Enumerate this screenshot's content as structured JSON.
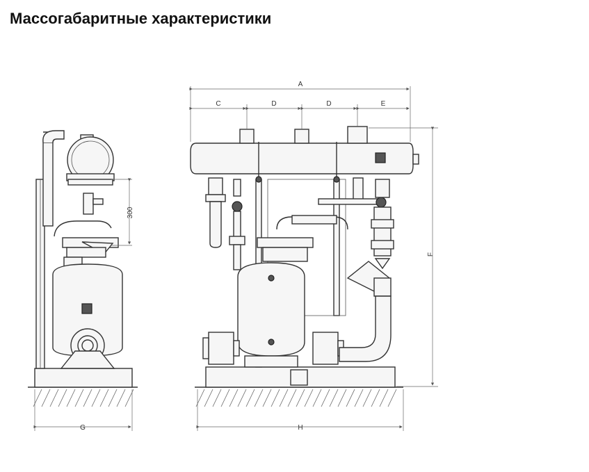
{
  "title": "Массогабаритные характеристики",
  "dimensions": {
    "A": "A",
    "C": "C",
    "D1": "D",
    "D2": "D",
    "E": "E",
    "F": "F",
    "G": "G",
    "H": "H",
    "height_300": "300"
  }
}
